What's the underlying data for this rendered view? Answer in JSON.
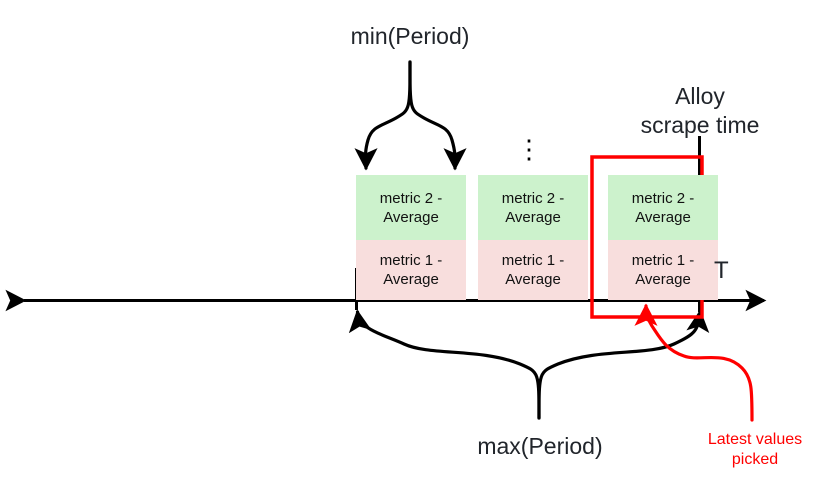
{
  "diagram": {
    "title_free_text": "",
    "axis": {
      "label": "T",
      "name": "time-axis"
    },
    "annotations": {
      "min_period": "min(Period)",
      "max_period": "max(Period)",
      "alloy_scrape_time": "Alloy\nscrape time",
      "latest_values": "Latest values\npicked",
      "ellipsis": "⋮"
    },
    "colors": {
      "metric2_bg": "#ccf2cc",
      "metric1_bg": "#f8dedd",
      "highlight": "#ff0000",
      "text": "#21252b",
      "line": "#000000"
    },
    "blocks": [
      {
        "id": "block-1",
        "metric_top": "metric 2 -\nAverage",
        "metric_bottom": "metric 1 -\nAverage"
      },
      {
        "id": "block-2",
        "metric_top": "metric 2 -\nAverage",
        "metric_bottom": "metric 1 -\nAverage"
      },
      {
        "id": "block-3",
        "metric_top": "metric 2 -\nAverage",
        "metric_bottom": "metric 1 -\nAverage"
      }
    ]
  }
}
